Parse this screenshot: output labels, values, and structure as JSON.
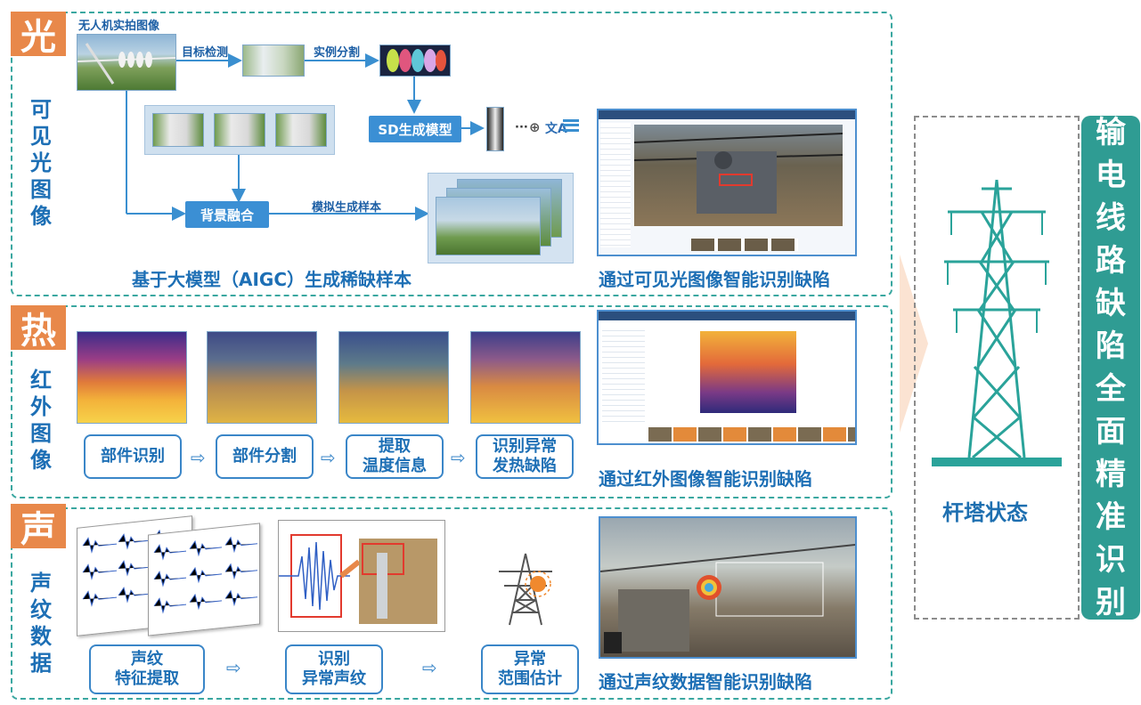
{
  "sections": {
    "visible": {
      "badge": "光",
      "vertical_label": "可见光图像",
      "drone_label": "无人机实拍图像",
      "detect_label": "目标检测",
      "segment_label": "实例分割",
      "sd_model_label": "SD生成模型",
      "fusion_label": "背景融合",
      "simulate_label": "模拟生成样本",
      "caption_left": "基于大模型（AIGC）生成稀缺样本",
      "caption_right": "通过可见光图像智能识别缺陷",
      "icon_dots": "···",
      "icon_plus": "⊕"
    },
    "thermal": {
      "badge": "热",
      "vertical_label": "红外图像",
      "steps": [
        "部件识别",
        "部件分割",
        "提取\n温度信息",
        "识别异常\n发热缺陷"
      ],
      "caption_right": "通过红外图像智能识别缺陷"
    },
    "acoustic": {
      "badge": "声",
      "vertical_label": "声纹数据",
      "steps": [
        "声纹\n特征提取",
        "识别\n异常声纹",
        "异常\n范围估计"
      ],
      "caption_right": "通过声纹数据智能识别缺陷"
    }
  },
  "tower": {
    "label": "杆塔状态"
  },
  "result": {
    "label": "输电线路缺陷全面精准识别"
  },
  "colors": {
    "teal": "#2f9c93",
    "blue": "#1d6fb5",
    "orange": "#e8884a",
    "button": "#3b8fd4"
  }
}
